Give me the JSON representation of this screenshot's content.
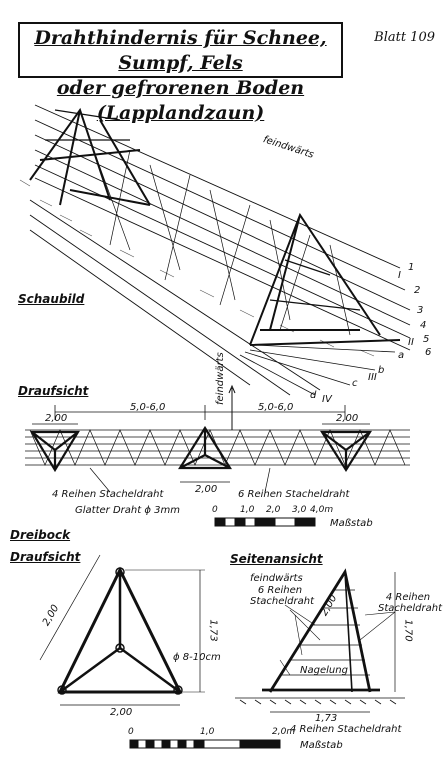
{
  "header": {
    "title_line1": "Drahthindernis für Schnee, Sumpf, Fels",
    "title_line2": "oder gefrorenen Boden (Lapplandzaun)",
    "sheet": "Blatt 109"
  },
  "schaubild": {
    "heading": "Schaubild",
    "direction": "feindwärts",
    "wire_numbers": [
      "1",
      "2",
      "3",
      "4",
      "5",
      "6"
    ],
    "roman_marks": [
      "I",
      "II",
      "III",
      "IV"
    ],
    "letters": [
      "a",
      "b",
      "c",
      "d"
    ]
  },
  "draufsicht": {
    "heading": "Draufsicht",
    "direction": "feindwärts",
    "spacing_left": "5,0-6,0",
    "spacing_right": "5,0-6,0",
    "dim_top_left": "2,00",
    "dim_top_right": "2,00",
    "dim_bottom_center": "2,00",
    "label_4_rows": "4 Reihen Stacheldraht",
    "label_6_rows": "6 Reihen Stacheldraht",
    "label_smooth_wire": "Glatter Draht ϕ 3mm",
    "scale": {
      "ticks": [
        "0",
        "1,0",
        "2,0",
        "3,0",
        "4,0m"
      ],
      "label": "Maßstab"
    }
  },
  "dreibock": {
    "heading": "Dreibock",
    "sub_heading": "Draufsicht",
    "side_heading": "Seitenansicht",
    "direction": "feindwärts",
    "dim_side": "2,00",
    "dim_height": "1,73",
    "dim_bottom": "2,00",
    "diameter": "ϕ 8-10cm",
    "label_6_rows": "6 Reihen Stacheldraht",
    "label_4_rows_right": "4 Reihen Stacheldraht",
    "label_4_rows_bottom": "4 Reihen Stacheldraht",
    "nailing": "Nagelung",
    "side_dim_200": "2,00",
    "side_dim_170": "1,70",
    "side_dim_173": "1,73",
    "scale": {
      "ticks": [
        "0",
        "1,0",
        "2,0m"
      ],
      "label": "Maßstab"
    }
  }
}
